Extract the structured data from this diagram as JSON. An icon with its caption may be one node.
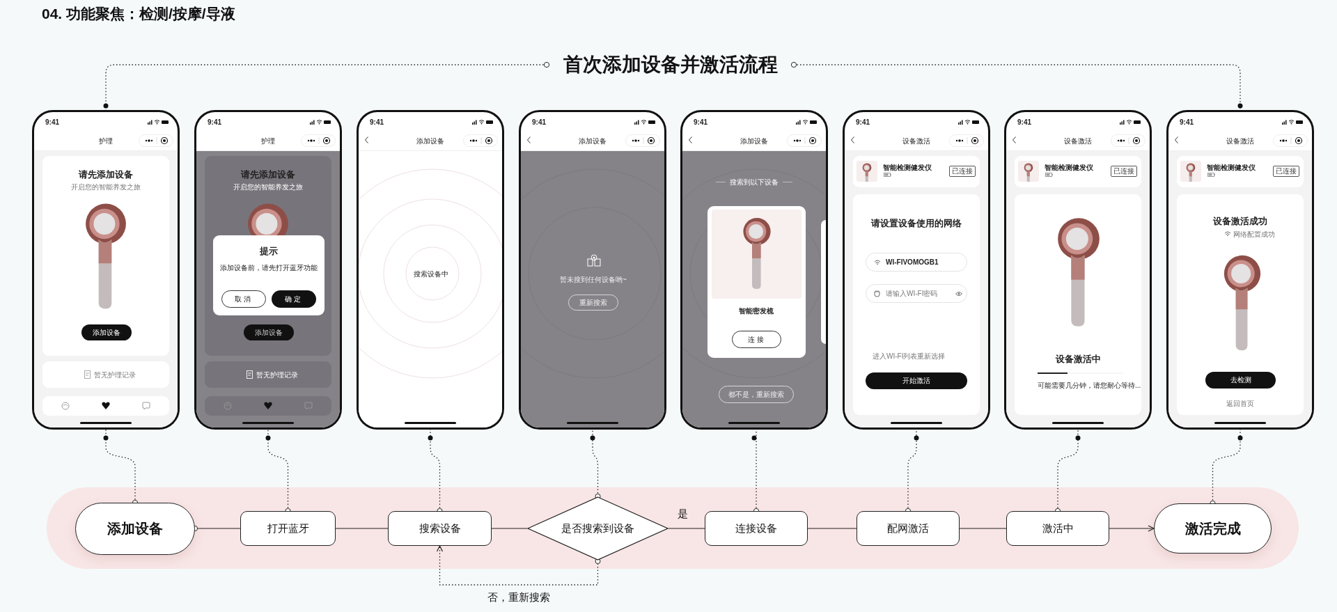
{
  "diagram": {
    "title": "04. 功能聚焦：检测/按摩/导液",
    "nodes": [
      {
        "text": [
          "首次添加设备并激活流程"
        ]
      },
      {
        "text": [
          "9:41",
          "护理",
          "请先添加设备",
          "开启您的智能养发之旅",
          "添加设备",
          "暂无护理记录"
        ]
      },
      {
        "text": [
          "9:41",
          "护理",
          "请先添加设备",
          "开启您的智能养发之旅",
          "提示",
          "添加设备前，请先打开蓝牙功能",
          "取消",
          "确定",
          "添加设备",
          "暂无护理记录"
        ]
      },
      {
        "text": [
          "9:41",
          "添加设备",
          "搜索设备中"
        ]
      },
      {
        "text": [
          "9:41",
          "添加设备",
          "暂未搜到任何设备哟~",
          "重新搜索"
        ]
      },
      {
        "text": [
          "9:41",
          "添加设备",
          "搜索到以下设备",
          "智能密发梳",
          "连接",
          "都不是，重新搜索"
        ]
      },
      {
        "text": [
          "9:41",
          "设备激活",
          "智能检测健发仪",
          "已连接",
          "请设置设备使用的网络",
          "WI-FIVOMOGB1",
          "请输入WI-FI密码",
          "进入WI-FI列表重新选择",
          "开始激活"
        ]
      },
      {
        "text": [
          "9:41",
          "设备激活",
          "智能检测健发仪",
          "已连接",
          "设备激活中",
          "可能需要几分钟，请您耐心等待..."
        ]
      },
      {
        "text": [
          "9:41",
          "设备激活",
          "智能检测健发仪",
          "已连接",
          "设备激活成功",
          "网络配置成功",
          "去检测",
          "返回首页"
        ]
      },
      {
        "text": [
          "添加设备"
        ]
      },
      {
        "text": [
          "打开蓝牙"
        ]
      },
      {
        "text": [
          "搜索设备"
        ]
      },
      {
        "text": [
          "是否搜索到设备"
        ]
      },
      {
        "text": [
          "连接设备"
        ]
      },
      {
        "text": [
          "配网激活"
        ]
      },
      {
        "text": [
          "激活中"
        ]
      },
      {
        "text": [
          "激活完成"
        ]
      }
    ],
    "edges": [
      {
        "from": 0,
        "to": 1,
        "arrow": "other",
        "style": "dashed"
      },
      {
        "from": 0,
        "to": 8,
        "arrow": "other",
        "style": "dashed"
      },
      {
        "from": 9,
        "to": 1,
        "arrow": "other",
        "style": "dashed"
      },
      {
        "from": 10,
        "to": 2,
        "arrow": "other",
        "style": "dashed"
      },
      {
        "from": 11,
        "to": 3,
        "arrow": "other",
        "style": "dashed"
      },
      {
        "from": 12,
        "to": 4,
        "arrow": "other",
        "style": "dashed"
      },
      {
        "from": 13,
        "to": 5,
        "arrow": "other",
        "style": "dashed"
      },
      {
        "from": 14,
        "to": 6,
        "arrow": "other",
        "style": "dashed"
      },
      {
        "from": 15,
        "to": 7,
        "arrow": "other",
        "style": "dashed"
      },
      {
        "from": 16,
        "to": 8,
        "arrow": "other",
        "style": "dashed"
      },
      {
        "from": 9,
        "to": 10,
        "arrow": "other"
      },
      {
        "from": 10,
        "to": 11,
        "arrow": "none"
      },
      {
        "from": 11,
        "to": 12,
        "arrow": "none"
      },
      {
        "from": 12,
        "to": 13,
        "arrow": "none",
        "label": "是"
      },
      {
        "from": 13,
        "to": 14,
        "arrow": "none"
      },
      {
        "from": 14,
        "to": 15,
        "arrow": "none"
      },
      {
        "from": 15,
        "to": 16,
        "arrow": "to"
      },
      {
        "from": 12,
        "to": 11,
        "arrow": "to",
        "style": "dashed",
        "label": "否，重新搜索"
      }
    ]
  }
}
